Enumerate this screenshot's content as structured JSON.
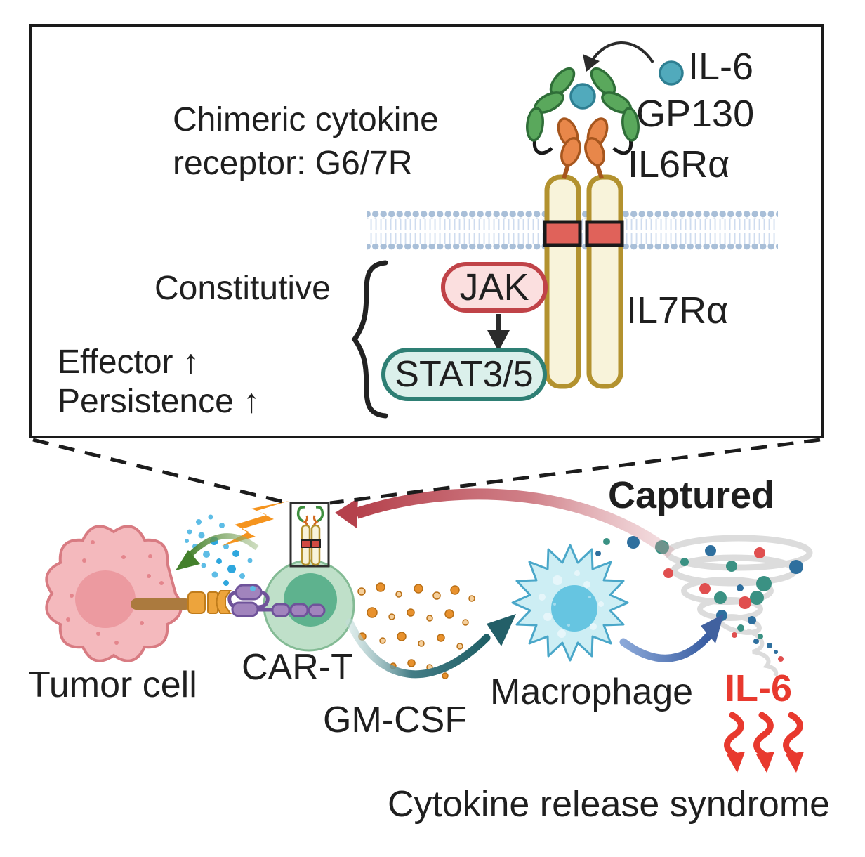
{
  "figure": {
    "inset": {
      "title_line1": "Chimeric cytokine",
      "title_line2": "receptor: G6/7R",
      "il6_label": "IL-6",
      "gp130_label": "GP130",
      "il6ra_label": "IL6Rα",
      "il7ra_label": "IL7Rα",
      "jak_label": "JAK",
      "stat_label": "STAT3/5",
      "constitutive_label": "Constitutive",
      "effector_label": "Effector ↑",
      "persistence_label": "Persistence ↑"
    },
    "pathway": {
      "tumor_cell_label": "Tumor cell",
      "car_t_label": "CAR-T",
      "gm_csf_label": "GM-CSF",
      "macrophage_label": "Macrophage",
      "captured_label": "Captured",
      "il6_label": "IL-6",
      "crs_label": "Cytokine release syndrome"
    },
    "colors": {
      "il6_red_text": "#e8392e",
      "jak_fill": "#fbdfdf",
      "jak_border": "#c04348",
      "stat_fill": "#dbf0eb",
      "stat_border": "#2e7f74",
      "gp130_green": "#5aa85c",
      "il6_molecule_teal": "#51aabc",
      "il6ra_orange": "#e8874a",
      "receptor_cream": "#f8f3da",
      "receptor_gold": "#b3922f",
      "transmembrane_red": "#e0625a",
      "membrane_blue": "#a9bfd8",
      "tumor_pink": "#f4b9bd",
      "cart_green": "#bfe0c9",
      "cart_nucleus": "#5eb28e",
      "car_purple": "#a184bd",
      "macrophage_cyan": "#cdeef4",
      "macrophage_nucleus": "#66c5e1",
      "gmcsf_orange": "#e8912d",
      "captured_arrow_red": "#b5414c",
      "tornado_gray": "#dcdcdc"
    }
  }
}
